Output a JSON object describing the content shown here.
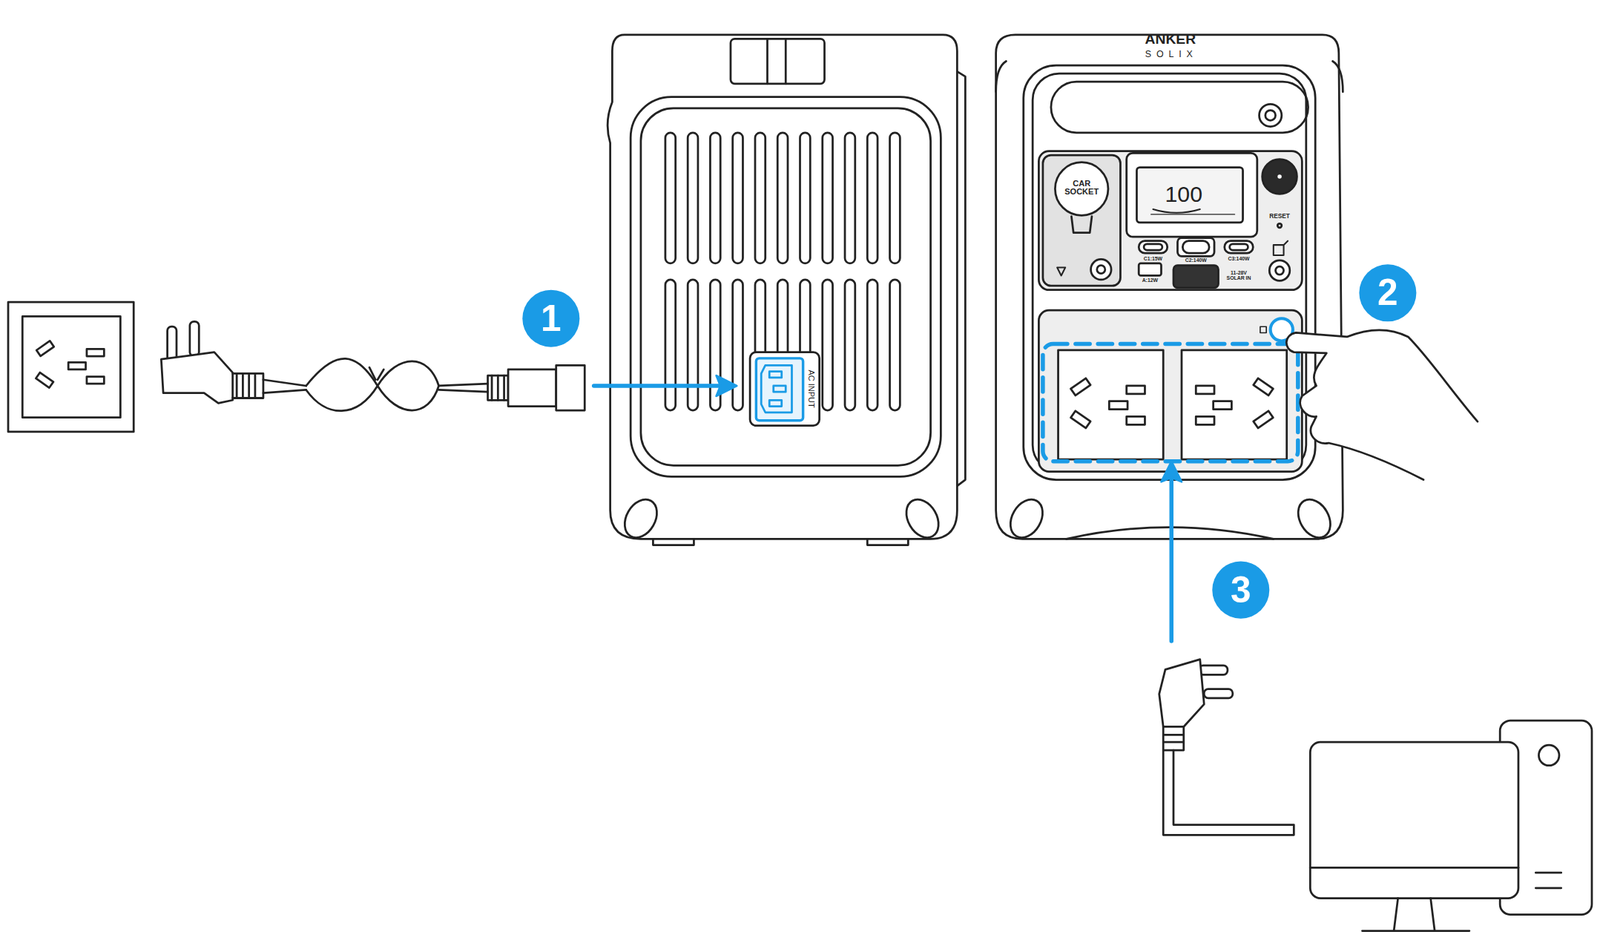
{
  "diagram": {
    "labels": [
      "1",
      "2",
      "3",
      "ANKER",
      "SOLIX",
      "CAR SOCKET",
      "100",
      "C1:15W",
      "C2:140W",
      "C3:140W",
      "A:12W",
      "11-28V SOLAR IN",
      "RESET",
      "AC INPUT"
    ]
  }
}
